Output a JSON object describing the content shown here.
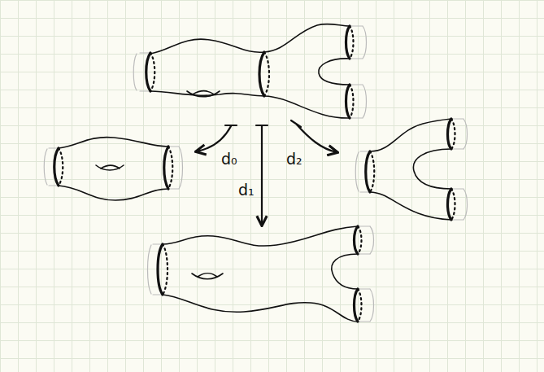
{
  "diagram": {
    "labels": [
      "d₀",
      "d₁",
      "d₂"
    ]
  }
}
